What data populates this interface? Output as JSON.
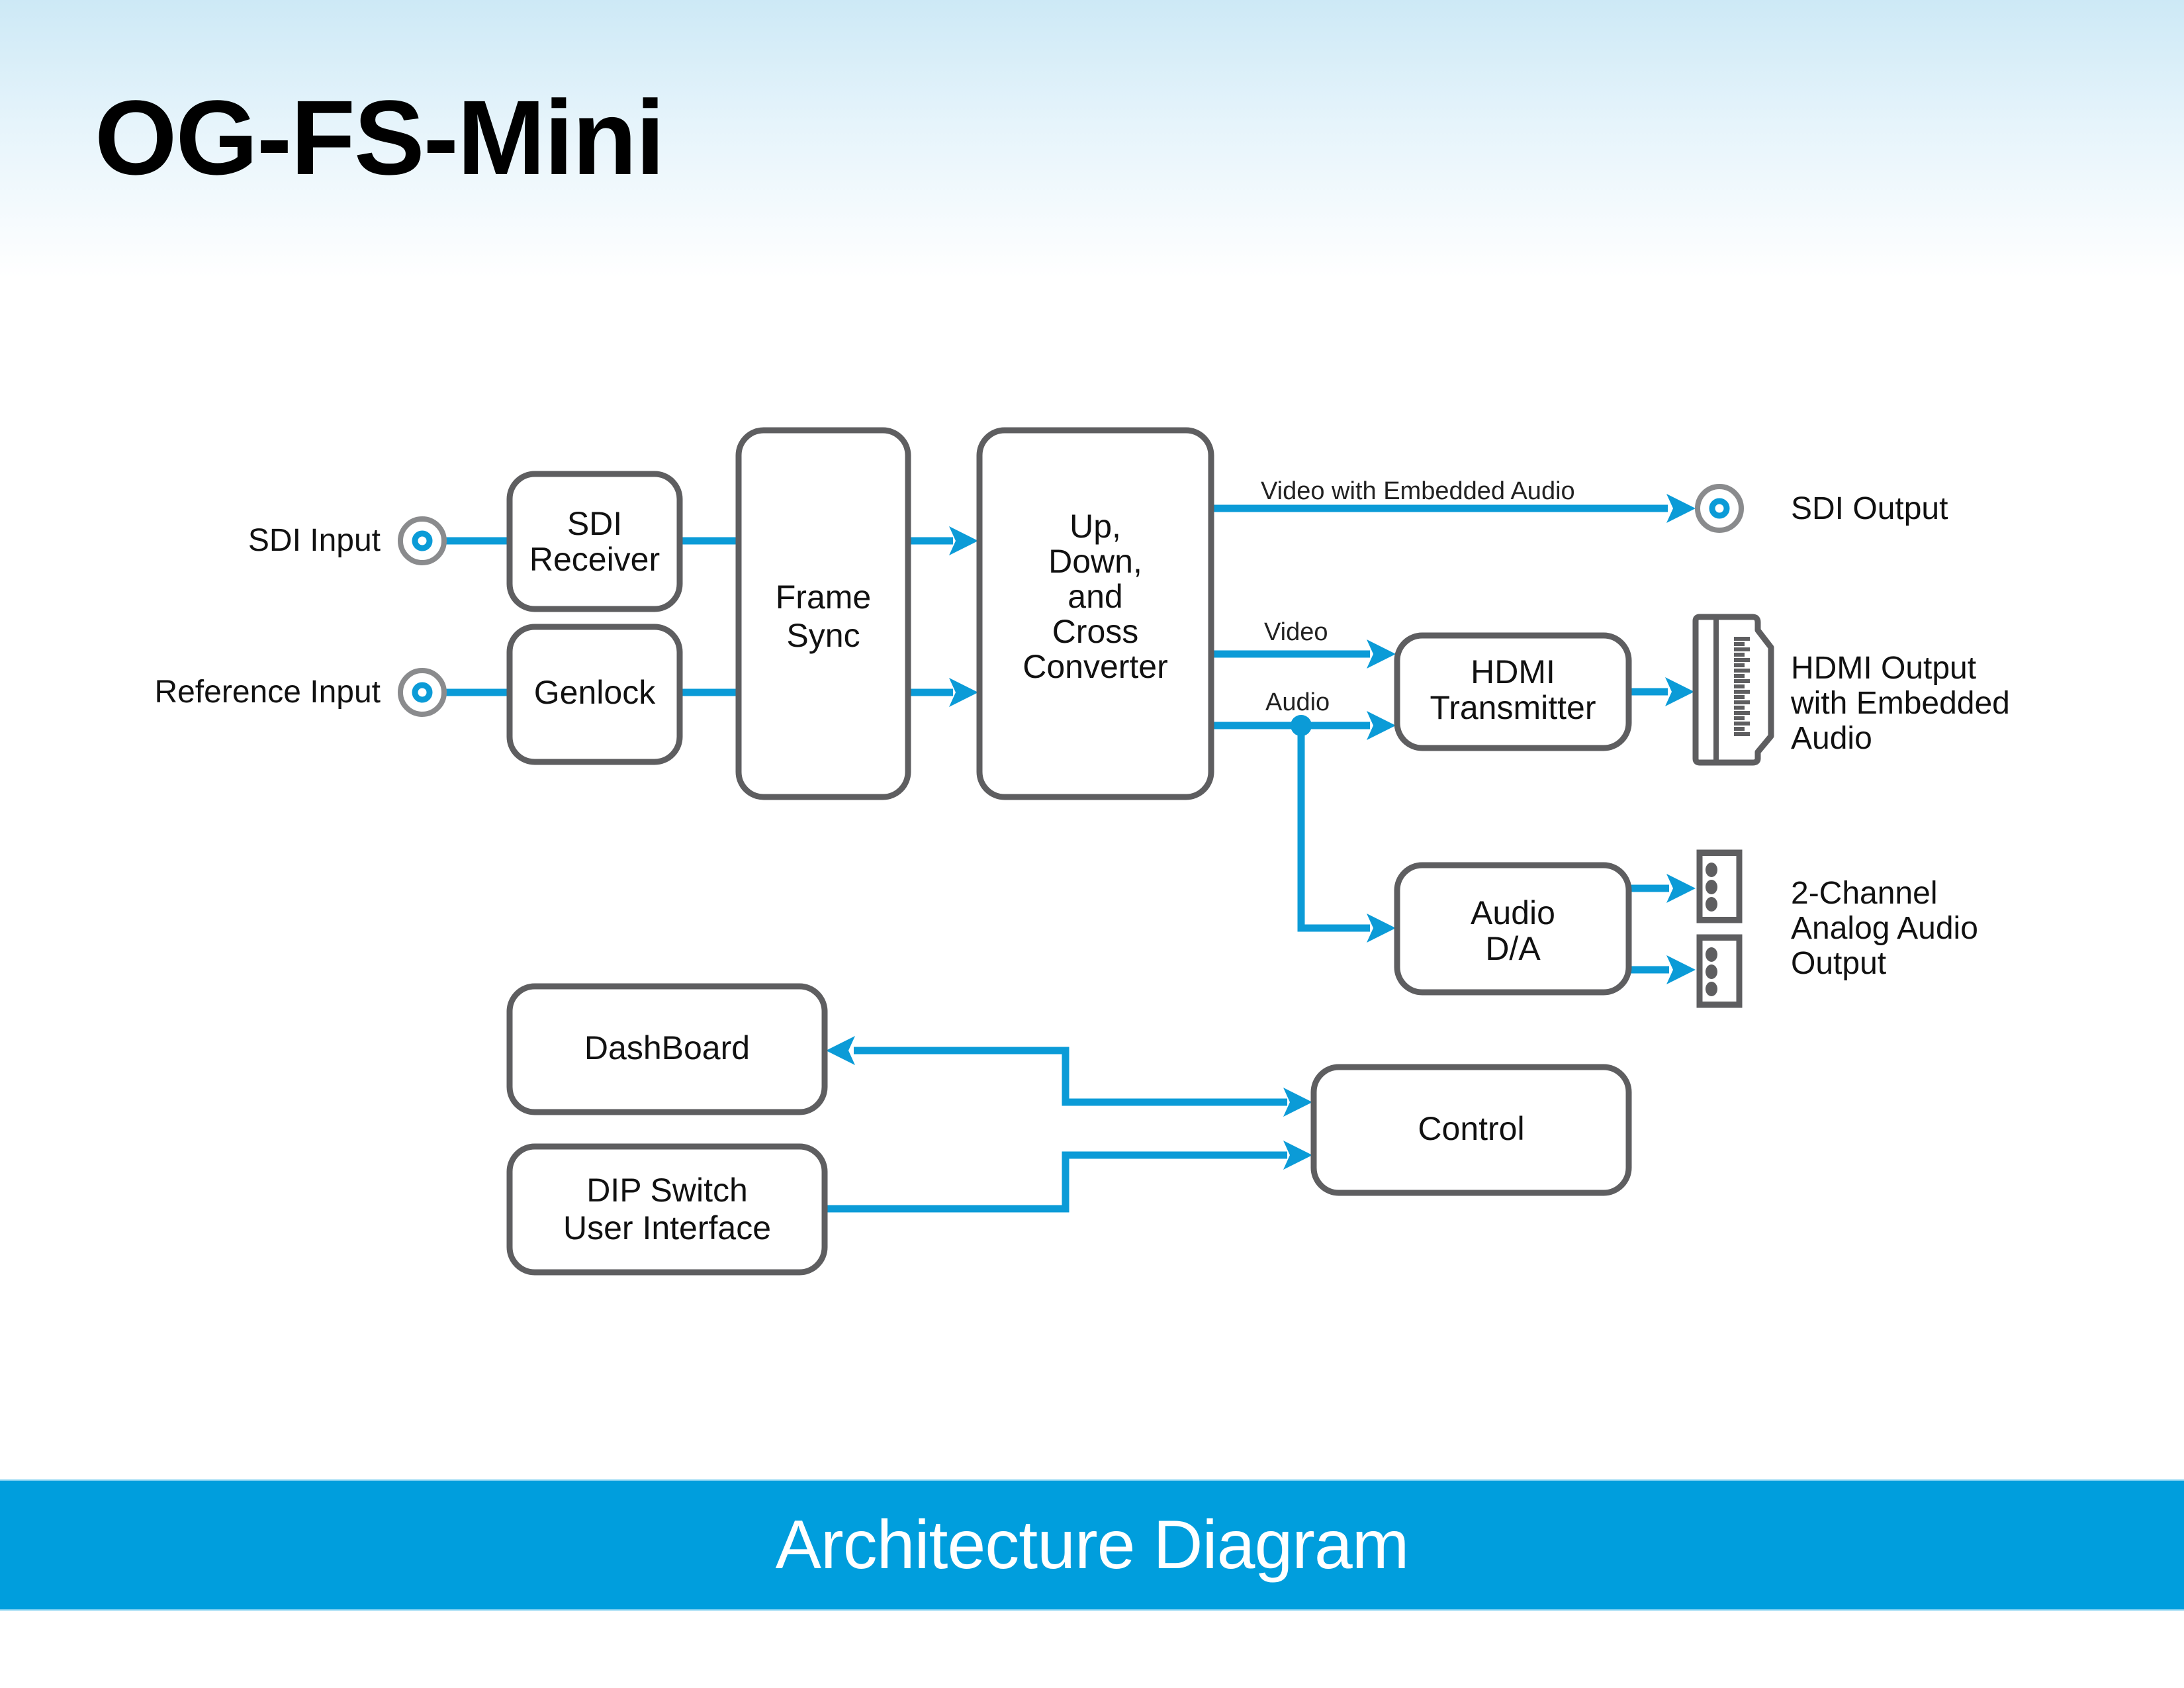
{
  "header": {
    "title": "OG-FS-Mini"
  },
  "footer": {
    "label": "Architecture Diagram"
  },
  "colors": {
    "accent": "#0b9bd7",
    "footer_band": "#009edd",
    "box_stroke": "#5e5e60",
    "connector_ring": "#8a8b8d"
  },
  "inputs": {
    "sdi_input": "SDI Input",
    "reference_input": "Reference Input"
  },
  "blocks": {
    "sdi_receiver": [
      "SDI",
      "Receiver"
    ],
    "genlock": [
      "Genlock"
    ],
    "frame_sync": [
      "Frame",
      "Sync"
    ],
    "converter": [
      "Up,",
      "Down,",
      "and",
      "Cross",
      "Converter"
    ],
    "hdmi_transmitter": [
      "HDMI",
      "Transmitter"
    ],
    "audio_da": [
      "Audio",
      "D/A"
    ],
    "dashboard": [
      "DashBoard"
    ],
    "dip_switch": [
      "DIP Switch",
      "User Interface"
    ],
    "control": [
      "Control"
    ]
  },
  "signals": {
    "video_embedded_audio": "Video with Embedded Audio",
    "video": "Video",
    "audio": "Audio"
  },
  "outputs": {
    "sdi_output": [
      "SDI Output"
    ],
    "hdmi_output": [
      "HDMI Output",
      "with Embedded",
      "Audio"
    ],
    "analog_audio_output": [
      "2-Channel",
      "Analog Audio",
      "Output"
    ]
  },
  "icons": {
    "sdi_input": "bnc-connector-icon",
    "reference_input": "bnc-connector-icon",
    "sdi_output": "bnc-connector-icon",
    "hdmi_output": "hdmi-port-icon",
    "analog_audio": "terminal-block-icon"
  }
}
